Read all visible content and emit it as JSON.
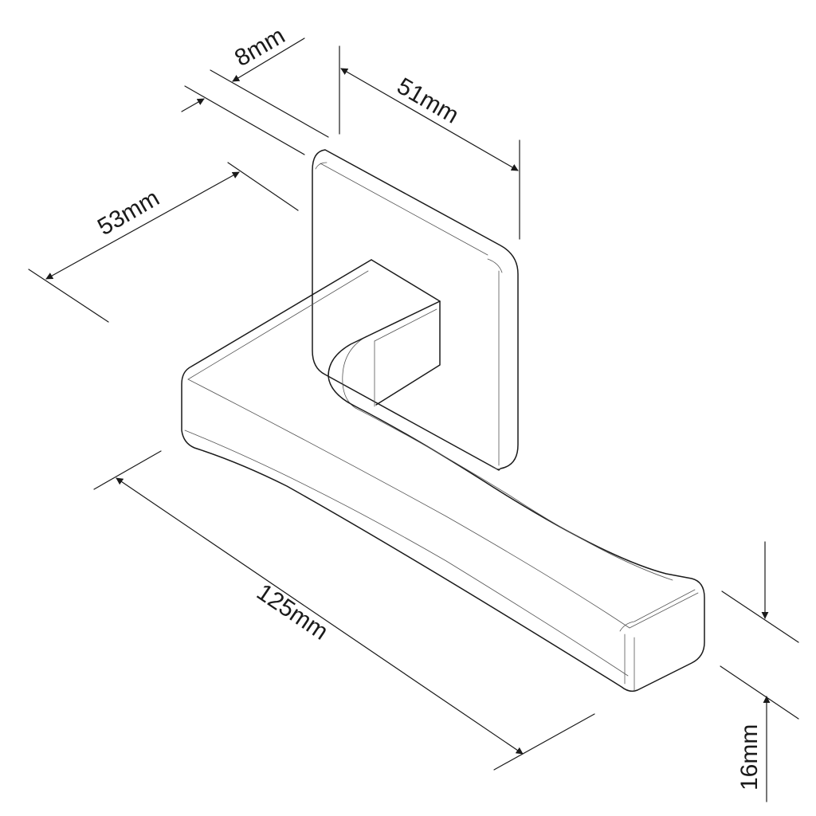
{
  "dimensions": {
    "rose_thickness": "8mm",
    "rose_width": "51mm",
    "lever_projection": "53mm",
    "lever_length": "125mm",
    "lever_end_thickness": "16mm"
  },
  "colors": {
    "line": "#1a1a1a",
    "background": "#ffffff"
  }
}
